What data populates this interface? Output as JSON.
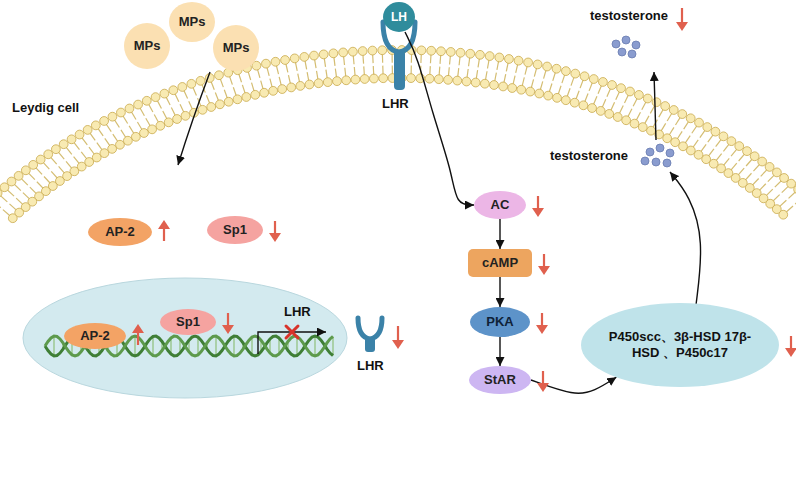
{
  "diagram": {
    "nodes": [
      {
        "text": [
          "MPs"
        ]
      },
      {
        "text": [
          "MPs"
        ]
      },
      {
        "text": [
          "MPs"
        ]
      },
      {
        "text": [
          "LH"
        ]
      },
      {
        "text": [
          "AP-2"
        ]
      },
      {
        "text": [
          "Sp1"
        ]
      },
      {
        "text": [
          "AP-2"
        ]
      },
      {
        "text": [
          "Sp1"
        ]
      },
      {
        "text": [
          "AC"
        ]
      },
      {
        "text": [
          "cAMP"
        ]
      },
      {
        "text": [
          "PKA"
        ]
      },
      {
        "text": [
          "StAR"
        ]
      },
      {
        "text": [
          "P450scc、3β-HSD 17β-HSD 、P450c17"
        ]
      }
    ],
    "edges": [
      {
        "from": 3,
        "to": 8,
        "arrow": "to"
      },
      {
        "from": 8,
        "to": 9,
        "arrow": "to"
      },
      {
        "from": 9,
        "to": 10,
        "arrow": "to"
      },
      {
        "from": 10,
        "to": 11,
        "arrow": "to"
      },
      {
        "from": 11,
        "to": 12,
        "arrow": "to"
      }
    ],
    "labels": [
      "Leydig cell",
      "LHR",
      "testosterone",
      "testosterone",
      "LHR",
      "LHR"
    ]
  }
}
